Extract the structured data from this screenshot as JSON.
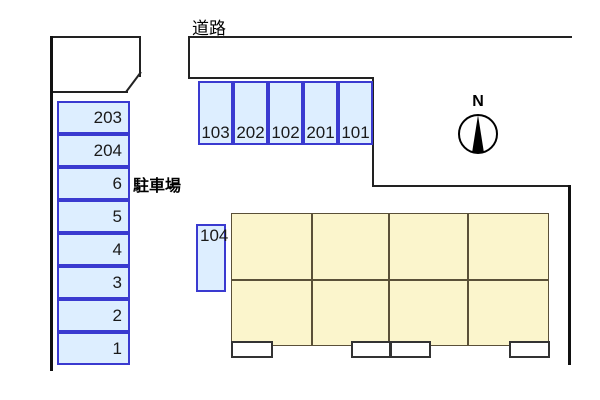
{
  "diagram": {
    "title_road": "道路",
    "title_parking": "駐車場",
    "compass": {
      "label": "N",
      "icon": "compass-north-icon"
    },
    "colors": {
      "stall_fill": "#ddeeff",
      "stall_border": "#3a3ad0",
      "building_fill": "#fbf5cc",
      "building_border": "#5a5038",
      "outline": "#111111",
      "background": "#ffffff"
    }
  },
  "parking": {
    "left_column": [
      {
        "label": "203"
      },
      {
        "label": "204"
      },
      {
        "label": "6"
      },
      {
        "label": "5"
      },
      {
        "label": "4"
      },
      {
        "label": "3"
      },
      {
        "label": "2"
      },
      {
        "label": "1"
      }
    ],
    "top_row": [
      {
        "label": "103"
      },
      {
        "label": "202"
      },
      {
        "label": "102"
      },
      {
        "label": "201"
      },
      {
        "label": "101"
      }
    ],
    "side_stall": {
      "label": "104"
    }
  },
  "building": {
    "rows": 2,
    "columns": 4,
    "units": [
      {
        "label": ""
      },
      {
        "label": ""
      },
      {
        "label": ""
      },
      {
        "label": ""
      },
      {
        "label": ""
      },
      {
        "label": ""
      },
      {
        "label": ""
      },
      {
        "label": ""
      }
    ],
    "entrances": [
      {
        "name": "entrance-1"
      },
      {
        "name": "entrance-2"
      },
      {
        "name": "entrance-3"
      },
      {
        "name": "entrance-4"
      }
    ]
  }
}
